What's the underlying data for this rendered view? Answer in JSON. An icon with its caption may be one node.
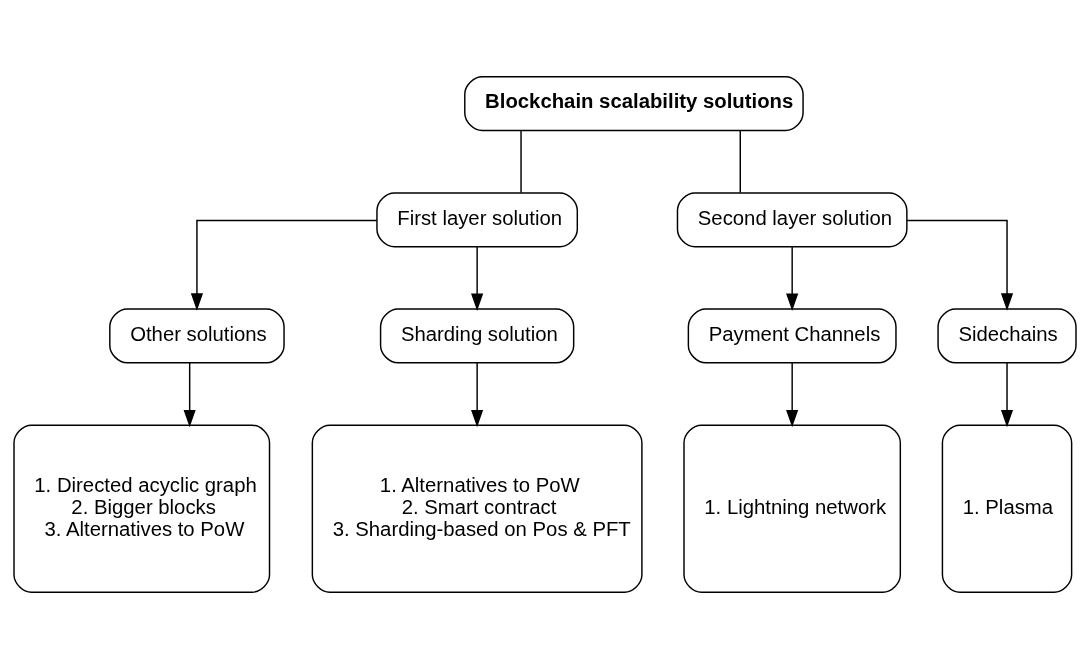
{
  "diagram": {
    "nodes": [
      {
        "text": [
          "Blockchain scalability solutions"
        ]
      },
      {
        "text": [
          "First layer solution"
        ]
      },
      {
        "text": [
          "Second layer solution"
        ]
      },
      {
        "text": [
          "Other solutions"
        ]
      },
      {
        "text": [
          "Sharding solution"
        ]
      },
      {
        "text": [
          "Payment Channels"
        ]
      },
      {
        "text": [
          "Sidechains"
        ]
      },
      {
        "text": [
          "1. Directed acyclic graph",
          "2. Bigger blocks",
          "3. Alternatives to PoW"
        ]
      },
      {
        "text": [
          "1. Alternatives to PoW",
          "2. Smart contract",
          "3. Sharding-based on Pos & PFT"
        ]
      },
      {
        "text": [
          "1. Lightning network"
        ]
      },
      {
        "text": [
          "1. Plasma"
        ]
      }
    ],
    "edges": [
      {
        "from": 0,
        "to": 1,
        "arrow": "none"
      },
      {
        "from": 0,
        "to": 2,
        "arrow": "none"
      },
      {
        "from": 1,
        "to": 3,
        "arrow": "to"
      },
      {
        "from": 1,
        "to": 4,
        "arrow": "to"
      },
      {
        "from": 2,
        "to": 5,
        "arrow": "to"
      },
      {
        "from": 2,
        "to": 6,
        "arrow": "to"
      },
      {
        "from": 3,
        "to": 7,
        "arrow": "to"
      },
      {
        "from": 4,
        "to": 8,
        "arrow": "to"
      },
      {
        "from": 5,
        "to": 9,
        "arrow": "to"
      },
      {
        "from": 6,
        "to": 10,
        "arrow": "to"
      }
    ]
  }
}
